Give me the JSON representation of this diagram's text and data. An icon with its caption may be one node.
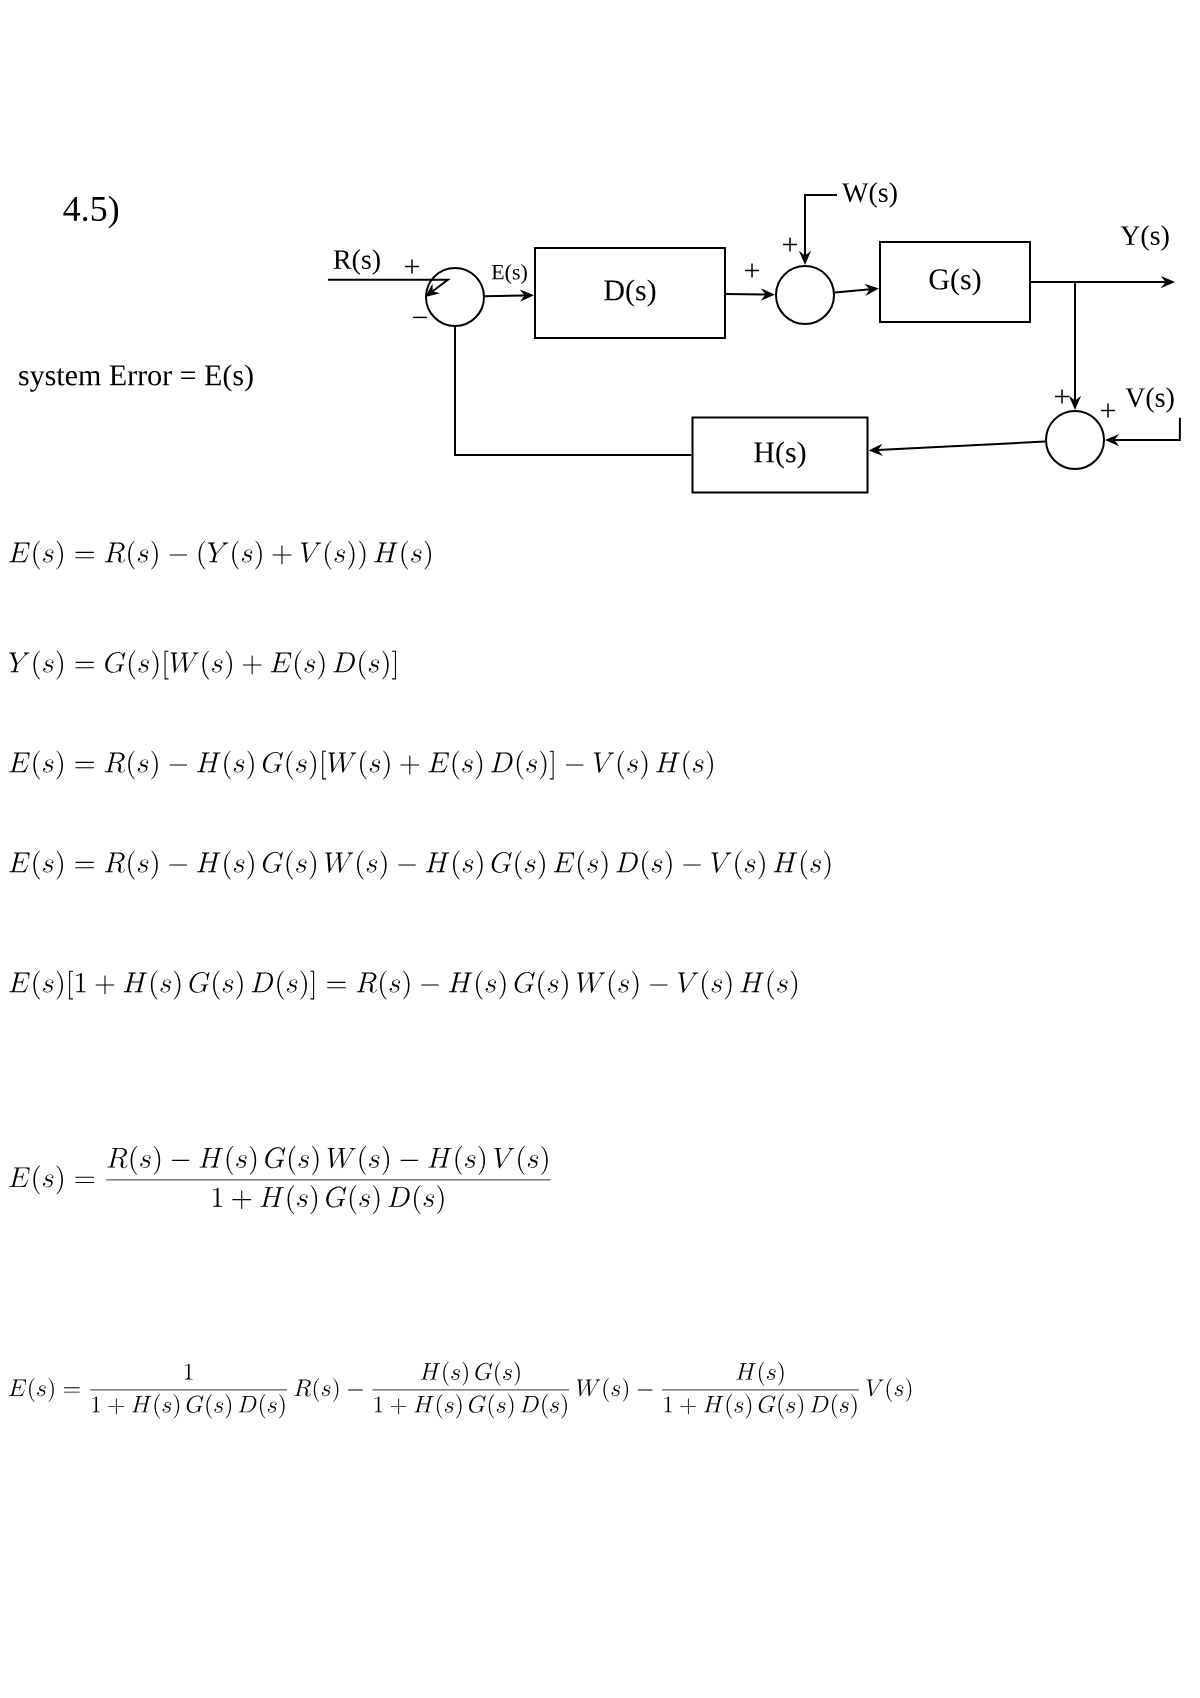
{
  "diagram": {
    "title": "4.5)",
    "nodes": [
      {
        "text": [
          "R(s)"
        ]
      },
      {
        "text": [],
        "shape": "circle"
      },
      {
        "text": [
          "D(s)"
        ]
      },
      {
        "text": [
          "W(s)"
        ]
      },
      {
        "text": [],
        "shape": "circle"
      },
      {
        "text": [
          "G(s)"
        ]
      },
      {
        "text": [
          "Y(s)"
        ]
      },
      {
        "text": [],
        "shape": "circle"
      },
      {
        "text": [
          "V(s)"
        ]
      },
      {
        "text": [
          "H(s)"
        ]
      }
    ],
    "edges": [
      {
        "from": 0,
        "to": 1,
        "arrow": "to"
      },
      {
        "from": 1,
        "to": 2,
        "arrow": "to",
        "label": "E(s)"
      },
      {
        "from": 2,
        "to": 4,
        "arrow": "to"
      },
      {
        "from": 3,
        "to": 4,
        "arrow": "to"
      },
      {
        "from": 4,
        "to": 5,
        "arrow": "to"
      },
      {
        "from": 5,
        "to": 6,
        "arrow": "to"
      },
      {
        "from": 5,
        "to": 7,
        "arrow": "to"
      },
      {
        "from": 8,
        "to": 7,
        "arrow": "to"
      },
      {
        "from": 7,
        "to": 9,
        "arrow": "to"
      },
      {
        "from": 9,
        "to": 1,
        "arrow": "none"
      }
    ],
    "labels": [
      "+",
      "−",
      "+",
      "+",
      "+",
      "+",
      "system Error = E(s)",
      "E(s) = R(s) - \\big(Y(s)+V(s)\\big)\\,H(s)",
      "Y(s) = G(s)\\big[W(s) + E(s)\\,D(s)\\big]",
      "E(s) = R(s) - H(s)\\,G(s)\\big[W(s) + E(s)\\,D(s)\\big] - V(s)\\,H(s)",
      "E(s) = R(s) - H(s)\\,G(s)\\,W(s) - H(s)\\,G(s)\\,E(s)\\,D(s) - V(s)\\,H(s)",
      "E(s)\\big[1 + H(s)\\,G(s)\\,D(s)\\big] = R(s) - H(s)\\,G(s)\\,W(s) - V(s)\\,H(s)",
      "E(s) = \\frac{R(s) - H(s)\\,G(s)\\,W(s) - H(s)\\,V(s)}{1 + H(s)\\,G(s)\\,D(s)}",
      "E(s) = \\frac{1}{1 + H(s)\\,G(s)\\,D(s)}\\,R(s) - \\frac{H(s)\\,G(s)}{1 + H(s)\\,G(s)\\,D(s)}\\,W(s) - \\frac{H(s)}{1 + H(s)\\,G(s)\\,D(s)}\\,V(s)"
    ]
  }
}
